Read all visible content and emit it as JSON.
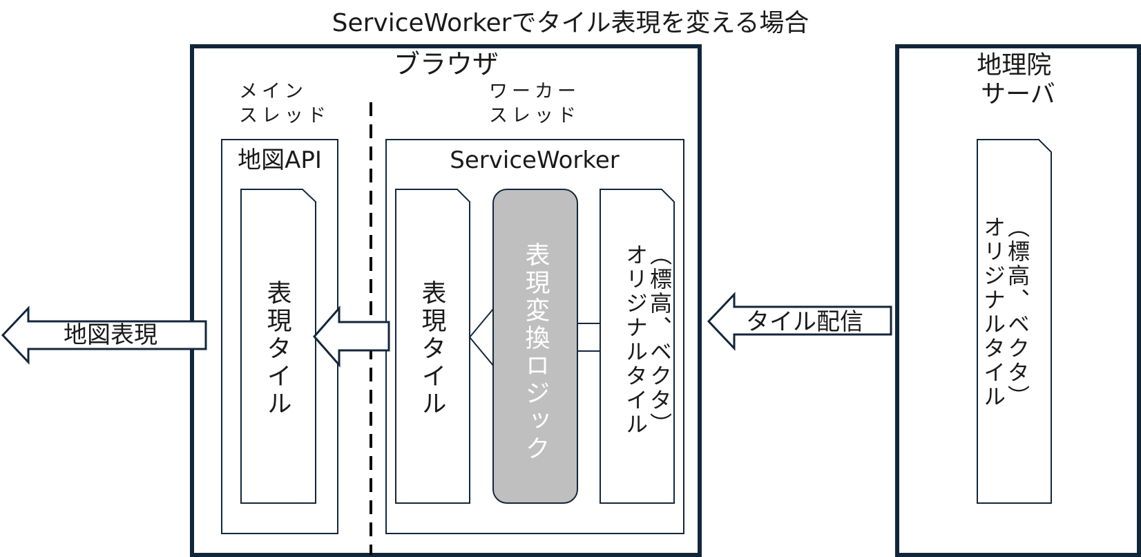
{
  "title": "ServiceWorkerでタイル表現を変える場合",
  "browser": {
    "label": "ブラウザ",
    "main_thread": {
      "line1": "メイン",
      "line2": "スレッド"
    },
    "worker_thread": {
      "line1": "ワーカー",
      "line2": "スレッド"
    },
    "map_api": {
      "label": "地図API",
      "tile": "表現タイル"
    },
    "service_worker": {
      "label": "ServiceWorker",
      "rendered_tile": "表現タイル",
      "logic": "表現変換ロジック",
      "original_tile": {
        "line1": "オリジナルタイル",
        "line2": "（標高、ベクタ）"
      }
    }
  },
  "server": {
    "line1": "地理院",
    "line2": "サーバ",
    "original_tile": {
      "line1": "オリジナルタイル",
      "line2": "（標高、ベクタ）"
    }
  },
  "arrows": {
    "map_display": "地図表現",
    "tile_delivery": "タイル配信"
  },
  "colors": {
    "stroke": "#12263a",
    "logic_fill": "#bfbfbf",
    "logic_text": "#ffffff"
  }
}
